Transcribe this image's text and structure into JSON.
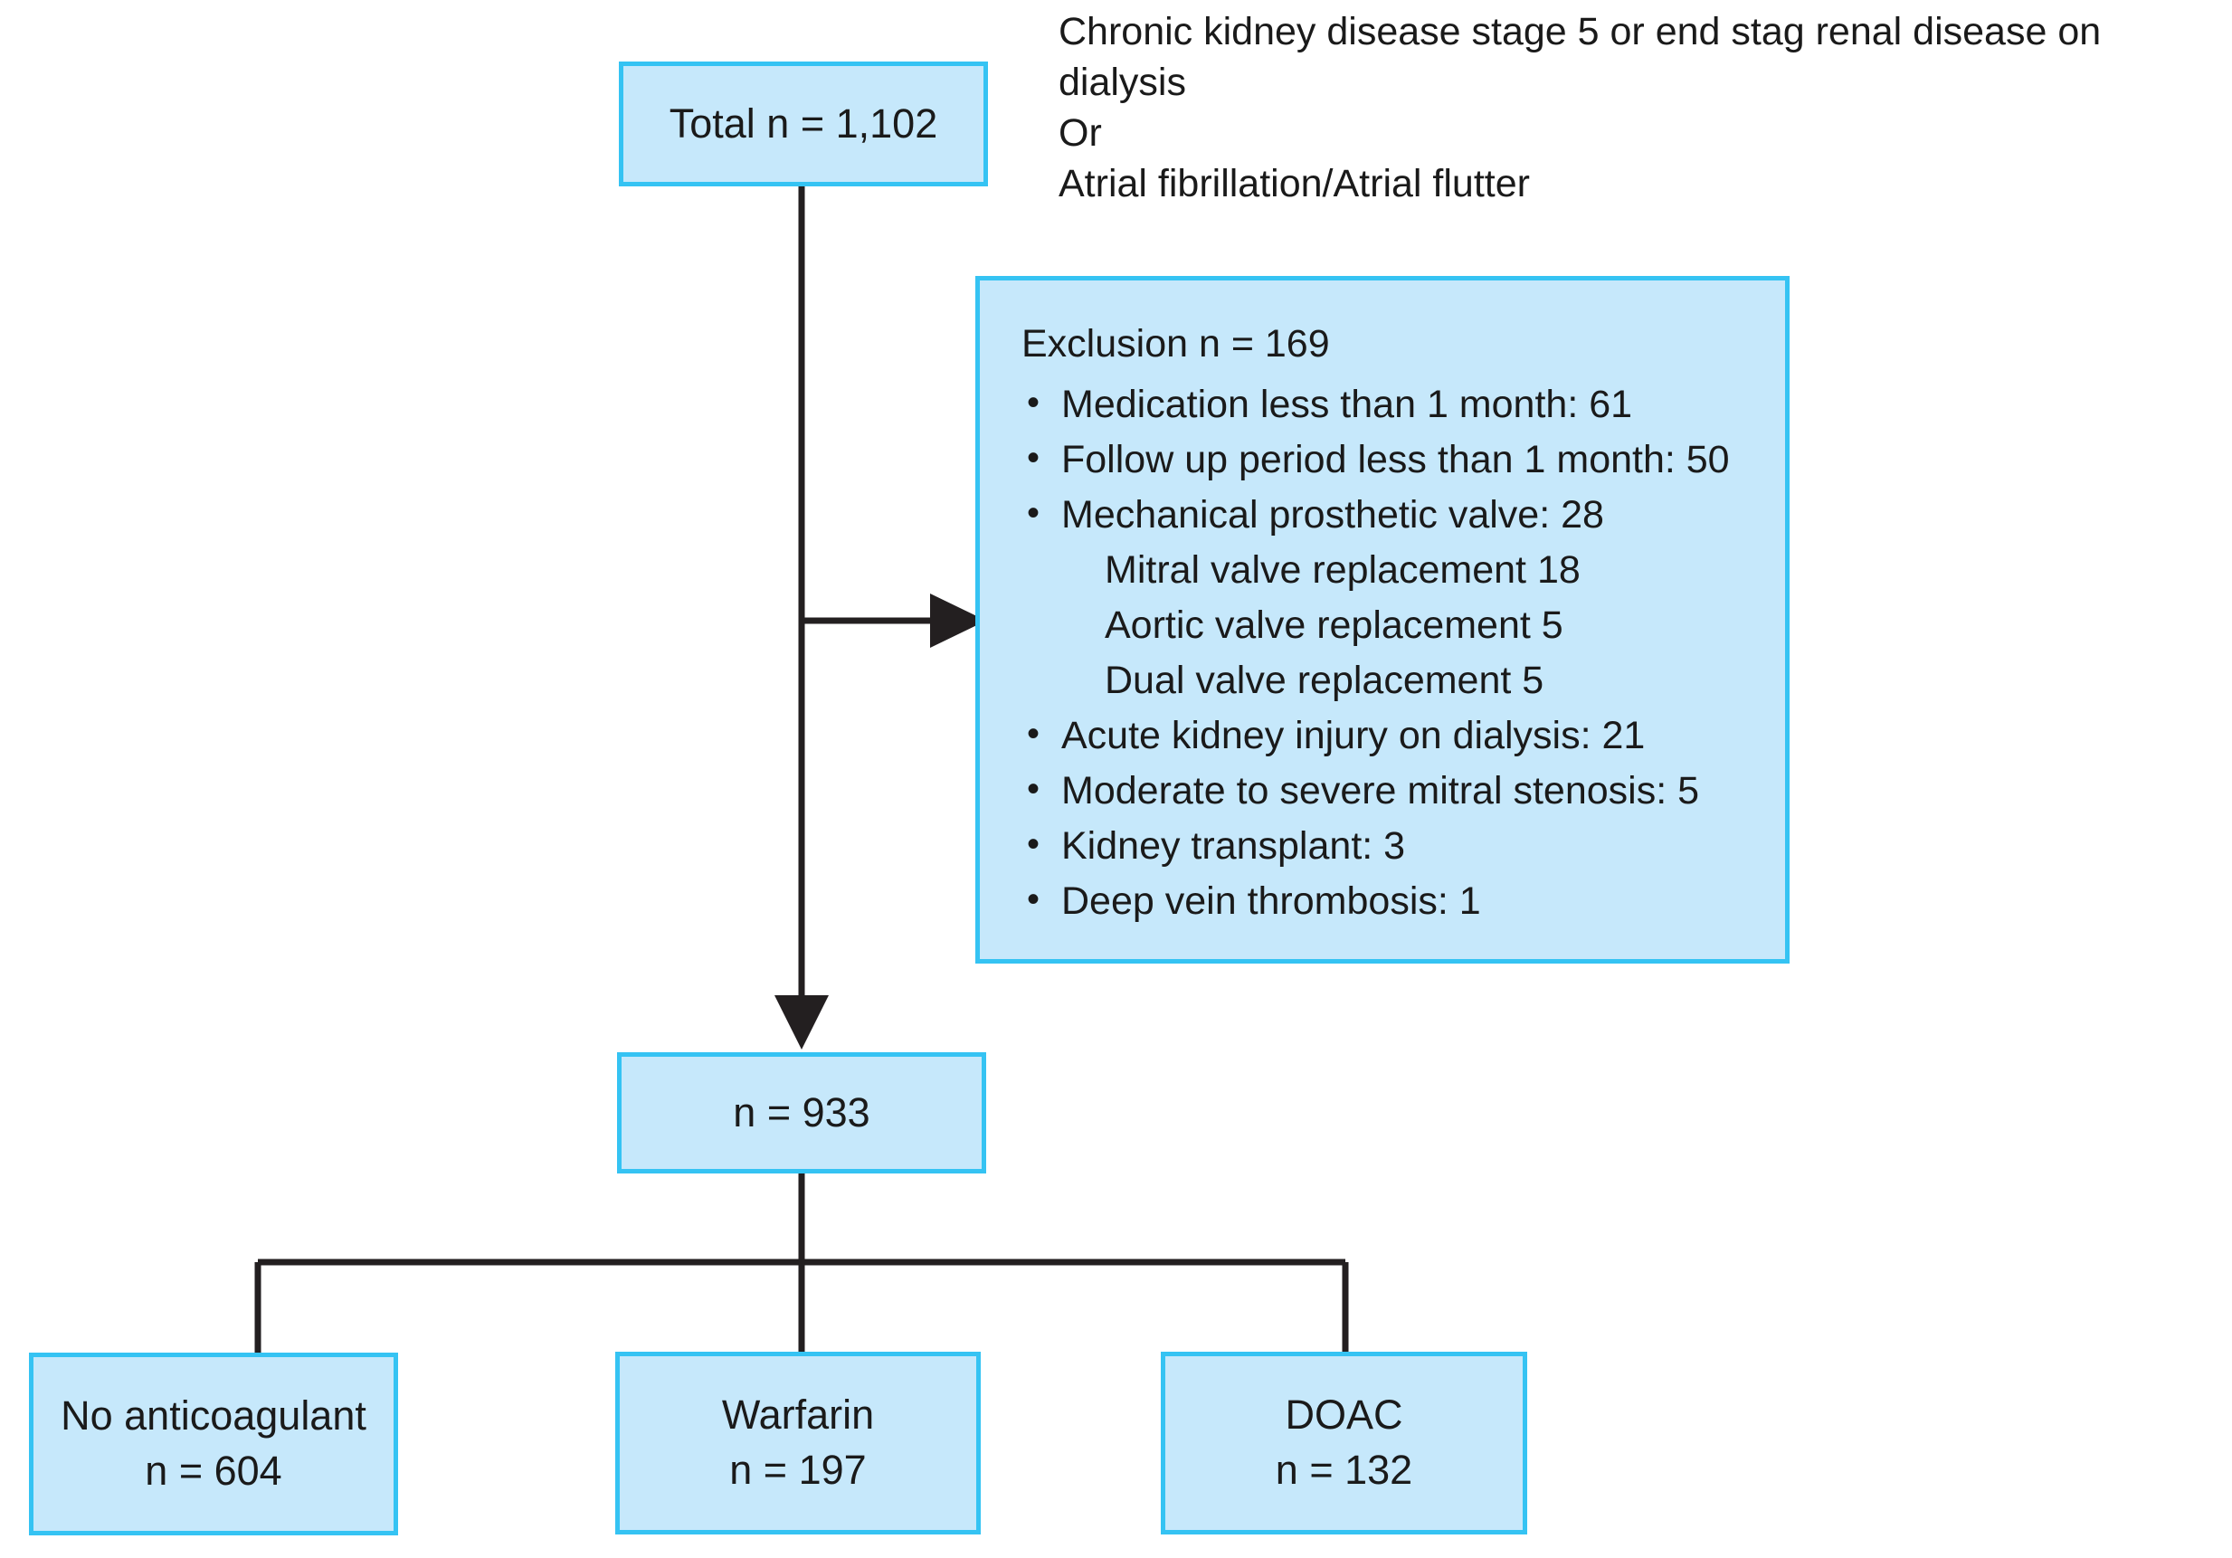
{
  "figure": {
    "type": "flowchart",
    "title": "Study population selection flow diagram",
    "colors": {
      "box_fill": "#c6e8fb",
      "box_border": "#35c3f3",
      "connector": "#231f20",
      "text": "#1a1a1a",
      "background": "#ffffff"
    }
  },
  "header_note": {
    "text": "Chronic kidney disease stage 5 or end stag renal disease on dialysis\nOr\nAtrial fibrillation/Atrial flutter",
    "lines": [
      "Chronic kidney disease stage 5 or end stag renal disease on dialysis",
      "Or",
      "Atrial fibrillation/Atrial flutter"
    ]
  },
  "nodes": {
    "total": {
      "label": "Total n = 1,102",
      "n": 1102
    },
    "exclusion": {
      "title": "Exclusion n = 169",
      "n": 169,
      "items": [
        {
          "bullet": "•",
          "label": "Medication less than 1 month: 61",
          "count": 61
        },
        {
          "bullet": "•",
          "label": "Follow up period less than 1 month: 50",
          "count": 50
        },
        {
          "bullet": "•",
          "label": "Mechanical prosthetic valve: 28",
          "count": 28
        },
        {
          "bullet": "",
          "label": "Mitral valve replacement 18",
          "count": 18,
          "sub": true
        },
        {
          "bullet": "",
          "label": "Aortic valve replacement 5",
          "count": 5,
          "sub": true
        },
        {
          "bullet": "",
          "label": "Dual valve replacement 5",
          "count": 5,
          "sub": true
        },
        {
          "bullet": "•",
          "label": "Acute kidney injury on dialysis: 21",
          "count": 21
        },
        {
          "bullet": "•",
          "label": "Moderate to severe mitral stenosis: 5",
          "count": 5
        },
        {
          "bullet": "•",
          "label": "Kidney transplant: 3",
          "count": 3
        },
        {
          "bullet": "•",
          "label": "Deep vein thrombosis: 1",
          "count": 1
        }
      ]
    },
    "included": {
      "label": "n = 933",
      "n": 933
    },
    "groups": [
      {
        "name": "No anticoagulant",
        "label": "No anticoagulant\nn = 604",
        "n": 604
      },
      {
        "name": "Warfarin",
        "label": "Warfarin\nn = 197",
        "n": 197
      },
      {
        "name": "DOAC",
        "label": "DOAC\nn = 132",
        "n": 132
      }
    ]
  },
  "edges": [
    {
      "from": "total",
      "to": "included",
      "style": "arrow-down"
    },
    {
      "from": "total-stem",
      "to": "exclusion",
      "style": "arrow-right"
    },
    {
      "from": "included",
      "to": "No anticoagulant",
      "style": "elbow"
    },
    {
      "from": "included",
      "to": "Warfarin",
      "style": "straight"
    },
    {
      "from": "included",
      "to": "DOAC",
      "style": "elbow"
    }
  ]
}
